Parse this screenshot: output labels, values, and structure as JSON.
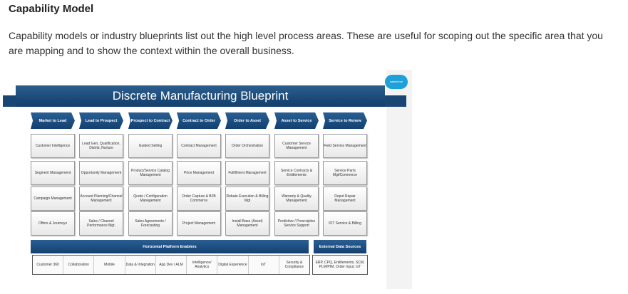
{
  "heading": "Capability Model",
  "description": "Capability models or industry blueprints list out the high level process areas. These are useful for scoping out the specific area that you are mapping and to show the context within the overall business.",
  "blueprint": {
    "title": "Discrete Manufacturing Blueprint",
    "logo": "salesforce",
    "processes": [
      "Market to Lead",
      "Lead to Prospect",
      "Prospect to Contract",
      "Contract to Order",
      "Order to Asset",
      "Asset to Service",
      "Service to Renew"
    ],
    "rows": [
      [
        "Customer Intelligence",
        "Lead Gen, Qualification, Distrib, Nurture",
        "Guided Selling",
        "Contract Management",
        "Order Orchestration",
        "Customer Service Management",
        "Field Service Management"
      ],
      [
        "Segment Management",
        "Opportunity Management",
        "Product/Service Catalog Management",
        "Price Management",
        "Fulfillment Management",
        "Service Contracts & Entitlements",
        "Service Parts Mgt/Commerce"
      ],
      [
        "Campaign Management",
        "Account Planning/Channel Management",
        "Quote / Configuration Management",
        "Order Capture & B2B Commerce",
        "Rebate Execution & Billing Mgt",
        "Warranty & Quality Management",
        "Depot Repair Management"
      ],
      [
        "Offers & Journeys",
        "Sales / Channel Performance Mgt.",
        "Sales Agreements / Forecasting",
        "Project Management",
        "Install Base (Asset) Management",
        "Predictive / Prescriptive Service Support",
        "IOT Service & Billing"
      ]
    ],
    "platform_label": "Horizontal Platform Enablers",
    "enablers": [
      "Customer 360",
      "Collaboration",
      "Mobile",
      "Data & Integration",
      "App Dev / ALM",
      "Intelligence/ Analytics",
      "Digital Experience",
      "IoT",
      "Security & Compliance"
    ],
    "external_label": "External Data Sources",
    "external_sources": "ERP, CPQ, Entitlements, SCM, PLM/PIM, Order Input, IoT"
  }
}
